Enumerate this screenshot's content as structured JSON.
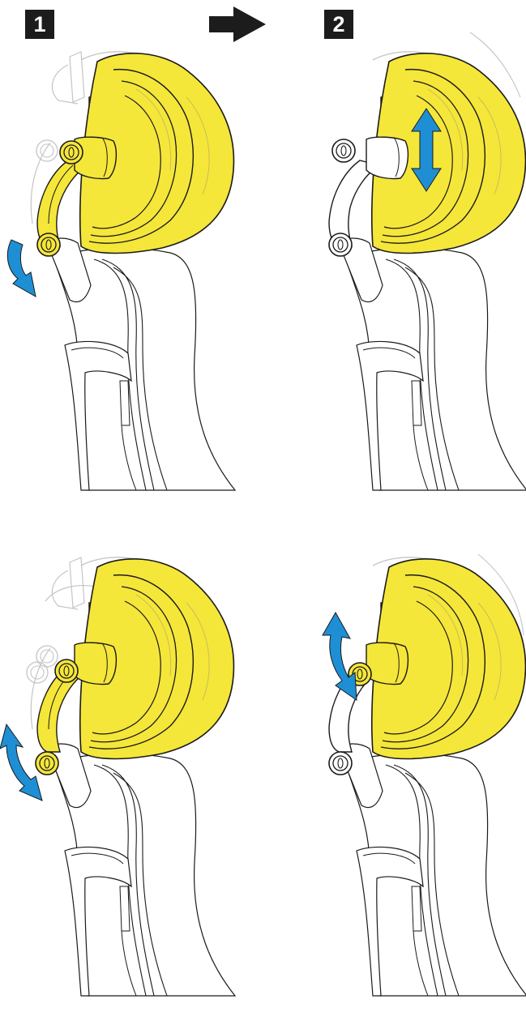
{
  "steps": [
    {
      "label": "1"
    },
    {
      "label": "2"
    }
  ],
  "colors": {
    "headrest": "#f5e63a",
    "headrest_stroke": "#1a1a1a",
    "ghost_outline": "#c4c4c4",
    "adjust_arrow": "#1e8fd5",
    "step_badge": "#1c1c1c",
    "next_arrow": "#1c1c1c"
  },
  "panels": [
    {
      "name": "step-1-tilt-bracket",
      "motion": "rotate-down",
      "ghost": true
    },
    {
      "name": "step-2-slide-height",
      "motion": "up-down",
      "ghost": false
    },
    {
      "name": "tilt-range",
      "motion": "rotate-both",
      "ghost": true
    },
    {
      "name": "swivel-range",
      "motion": "rotate-both",
      "ghost": false
    }
  ]
}
